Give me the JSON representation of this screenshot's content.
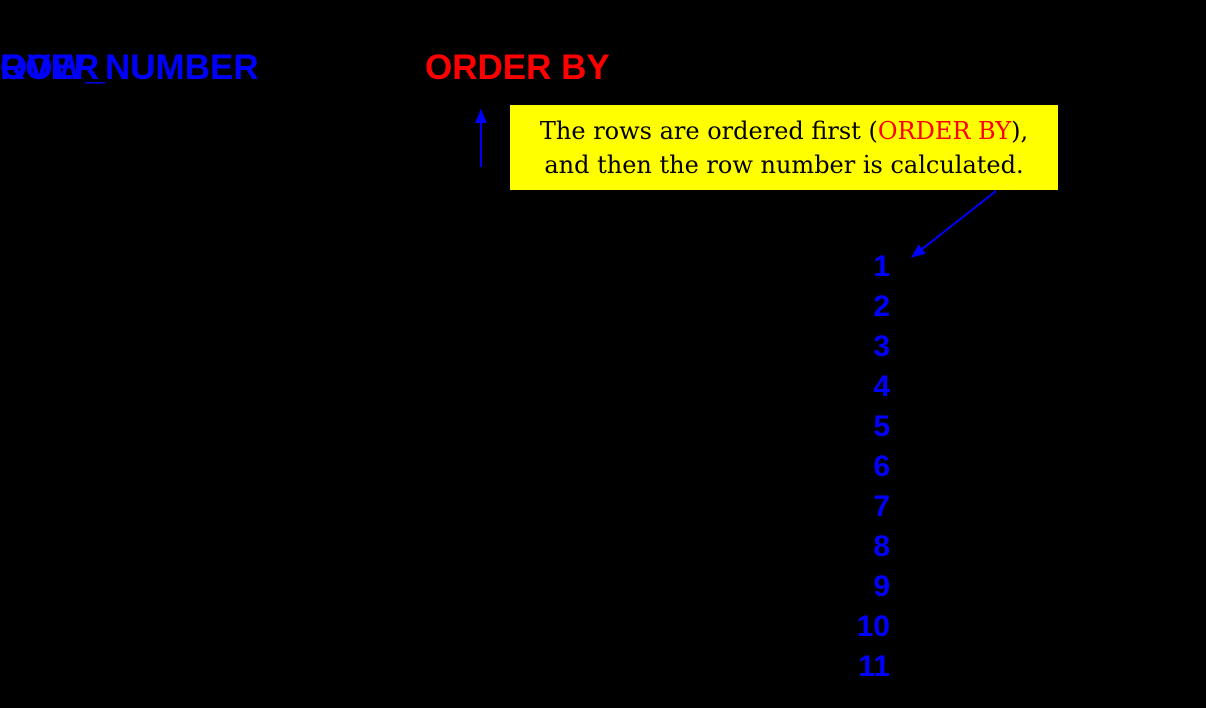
{
  "title": {
    "row_number": "ROW_NUMBER",
    "over": "OVER",
    "order_by": "ORDER BY"
  },
  "callout": {
    "line1_prefix": "The rows are ordered first (",
    "line1_highlight": "ORDER BY",
    "line1_suffix": "),",
    "line2": "and then the row number is calculated."
  },
  "row_numbers": {
    "values": [
      "1",
      "2",
      "3",
      "4",
      "5",
      "6",
      "7",
      "8",
      "9",
      "10",
      "11"
    ]
  },
  "colors": {
    "background": "#000000",
    "keyword_blue": "#0000ff",
    "keyword_red": "#ff0000",
    "callout_background": "#ffff00",
    "callout_text": "#000000"
  }
}
